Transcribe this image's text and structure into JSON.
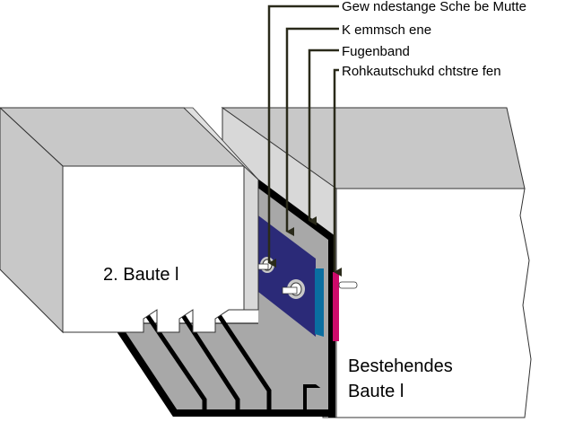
{
  "labels": {
    "threaded_rod": "Gew ndestange  Sche be  Mutte",
    "clamp_rail": "K emmsch ene",
    "joint_tape": "Fugenband",
    "rubber_strip": "Rohkautschukd chtstre fen"
  },
  "components": {
    "new_part": "2. Baute l",
    "existing_part_line1": "Bestehendes",
    "existing_part_line2": "Baute l"
  },
  "colors": {
    "clamp_rail": "#2b2a78",
    "joint_tape": "#0a6ea0",
    "rubber_strip": "#cc0a6a",
    "concrete_top": "#c8c8c8",
    "leader": "#2a2a1a"
  }
}
